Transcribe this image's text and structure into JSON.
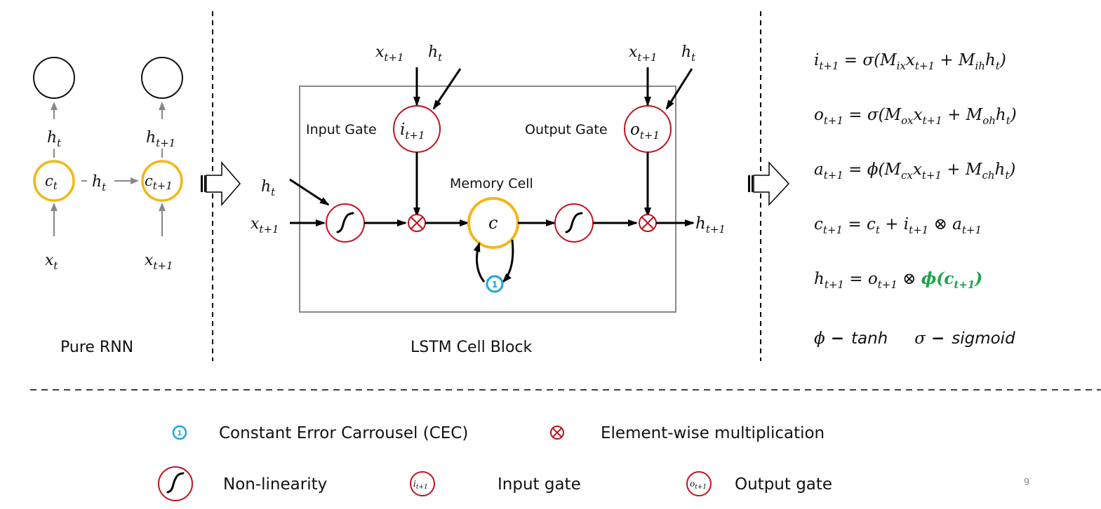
{
  "colors": {
    "cell_ring": "#f2b617",
    "gate_ring": "#c1121f",
    "cec_ring": "#1aa6e0",
    "box_border": "#888888",
    "arrow": "#000000",
    "rnn_arrow": "#888888",
    "highlight": "#1aa34a"
  },
  "pure_rnn": {
    "caption": "Pure RNN",
    "cell_t": {
      "base": "c",
      "sub": "t"
    },
    "cell_t1": {
      "base": "c",
      "sub": "t+1"
    },
    "out_t": {
      "base": "h",
      "sub": "t"
    },
    "out_t1": {
      "base": "h",
      "sub": "t+1"
    },
    "in_t": {
      "base": "x",
      "sub": "t"
    },
    "in_t1": {
      "base": "x",
      "sub": "t+1"
    },
    "recurrent": {
      "base": "h",
      "sub": "t"
    }
  },
  "lstm": {
    "caption": "LSTM Cell Block",
    "input_gate_label": "Input Gate",
    "output_gate_label": "Output Gate",
    "memory_cell_label": "Memory Cell",
    "input_gate_symbol": {
      "base": "i",
      "sub": "t+1"
    },
    "output_gate_symbol": {
      "base": "o",
      "sub": "t+1"
    },
    "cell_symbol": "c",
    "cec_symbol": "1",
    "x_in": {
      "base": "x",
      "sub": "t+1"
    },
    "h_in": {
      "base": "h",
      "sub": "t"
    },
    "h_out": {
      "base": "h",
      "sub": "t+1"
    },
    "gate_in_x": {
      "base": "x",
      "sub": "t+1"
    },
    "gate_in_h": {
      "base": "h",
      "sub": "t"
    },
    "multiply_symbol": "⊗"
  },
  "equations": [
    {
      "lhs": "i",
      "lhs_sub": "t+1",
      "rhs": "= σ(M",
      "parts": [
        [
          "ix",
          "x",
          "t+1"
        ],
        [
          "ih",
          "h",
          "t"
        ]
      ],
      "fn": "σ"
    },
    {
      "lhs": "o",
      "lhs_sub": "t+1",
      "parts": [
        [
          "ox",
          "x",
          "t+1"
        ],
        [
          "oh",
          "h",
          "t"
        ]
      ],
      "fn": "σ"
    },
    {
      "lhs": "a",
      "lhs_sub": "t+1",
      "parts": [
        [
          "cx",
          "x",
          "t+1"
        ],
        [
          "ch",
          "h",
          "t"
        ]
      ],
      "fn": "ϕ"
    }
  ],
  "eq_text": {
    "eq4": "c_{t+1} = c_t + i_{t+1} ⊗ a_{t+1}",
    "eq5": "h_{t+1} = o_{t+1} ⊗ ϕ(c_{t+1})",
    "legend_phi": "ϕ",
    "legend_phi_dash": "−",
    "legend_phi_name": "tanh",
    "legend_sigma": "σ",
    "legend_sigma_dash": "−",
    "legend_sigma_name": "sigmoid"
  },
  "legend": {
    "cec": "Constant Error Carrousel (CEC)",
    "mult": "Element-wise multiplication",
    "nonlin": "Non-linearity",
    "input_gate": "Input gate",
    "output_gate": "Output gate",
    "cec_symbol": "1",
    "mult_symbol": "⊗",
    "input_gate_symbol": {
      "base": "i",
      "sub": "t+1"
    },
    "output_gate_symbol": {
      "base": "o",
      "sub": "t+1"
    }
  },
  "page_number": "9"
}
